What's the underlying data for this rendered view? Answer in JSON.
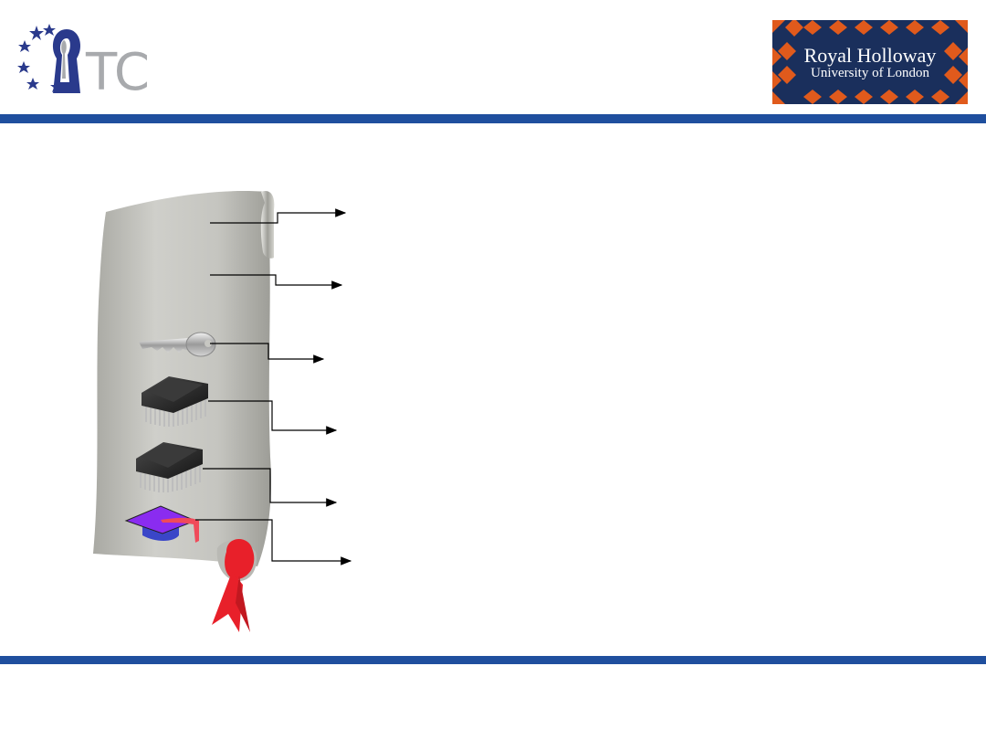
{
  "logos": {
    "otc": {
      "text": "TC",
      "star_color": "#2a3a8c",
      "text_color": "#a8aaad"
    },
    "royal_holloway": {
      "line1": "Royal Holloway",
      "line2": "University of London",
      "bg_color": "#1a2f5c",
      "diamond_color": "#e05a1c"
    }
  },
  "colors": {
    "header_bar": "#1f4f9e",
    "footer_bar": "#1f4f9e",
    "scroll": "#c7c7c2",
    "seal": "#e8202a",
    "cap": "#7a1fe0",
    "chip": "#2b2b2b"
  },
  "diagram": {
    "icons": [
      "key-icon",
      "chip-icon",
      "chip-icon",
      "graduation-cap-icon",
      "wax-seal-icon"
    ]
  }
}
